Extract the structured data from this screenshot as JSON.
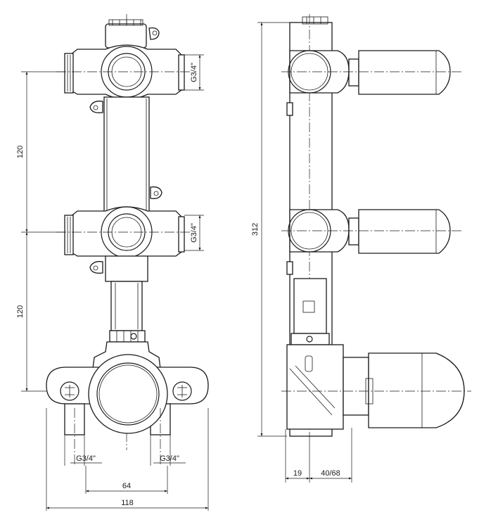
{
  "dimensions": {
    "front_outlet_upper": "G3/4\"",
    "front_outlet_lower": "G3/4\"",
    "front_spacing_upper": "120",
    "front_spacing_lower": "120",
    "inlet_left": "G3/4\"",
    "inlet_right": "G3/4\"",
    "inlet_spacing": "64",
    "overall_width": "118",
    "side_height": "312",
    "side_depth_a": "19",
    "side_depth_b": "40/68"
  }
}
